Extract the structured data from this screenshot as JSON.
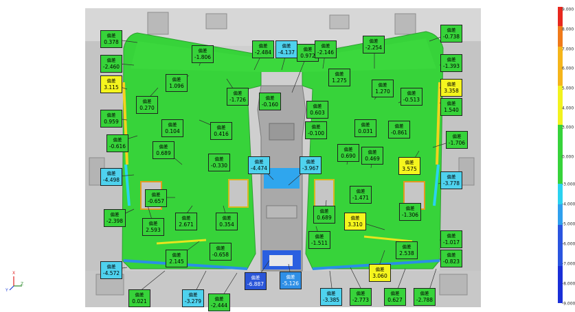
{
  "callout_label": "偏差",
  "callouts": [
    {
      "name": "callout-0-378",
      "value": "0.378",
      "color": "#37d33a"
    },
    {
      "name": "callout-minus-2-460",
      "value": "-2.460",
      "color": "#37d33a"
    },
    {
      "name": "callout-3-115",
      "value": "3.115",
      "color": "#f5f51e"
    },
    {
      "name": "callout-0-270",
      "value": "0.270",
      "color": "#37d33a"
    },
    {
      "name": "callout-0-959",
      "value": "0.959",
      "color": "#37d33a"
    },
    {
      "name": "callout-minus-0-616",
      "value": "-0.616",
      "color": "#37d33a"
    },
    {
      "name": "callout-minus-4-498",
      "value": "-4.498",
      "color": "#4fd2ee"
    },
    {
      "name": "callout-minus-2-398",
      "value": "-2.398",
      "color": "#37d33a"
    },
    {
      "name": "callout-2-593",
      "value": "2.593",
      "color": "#37d33a"
    },
    {
      "name": "callout-minus-4-572",
      "value": "-4.572",
      "color": "#4fd2ee"
    },
    {
      "name": "callout-0-021",
      "value": "0.021",
      "color": "#37d33a"
    },
    {
      "name": "callout-minus-3-279",
      "value": "-3.279",
      "color": "#4fd2ee"
    },
    {
      "name": "callout-minus-2-444",
      "value": "-2.444",
      "color": "#37d33a"
    },
    {
      "name": "callout-2-145",
      "value": "2.145",
      "color": "#37d33a"
    },
    {
      "name": "callout-2-671",
      "value": "2.671",
      "color": "#37d33a"
    },
    {
      "name": "callout-minus-0-657",
      "value": "-0.657",
      "color": "#37d33a"
    },
    {
      "name": "callout-0-689-left",
      "value": "0.689",
      "color": "#37d33a"
    },
    {
      "name": "callout-0-104",
      "value": "0.104",
      "color": "#37d33a"
    },
    {
      "name": "callout-1-096",
      "value": "1.096",
      "color": "#37d33a"
    },
    {
      "name": "callout-minus-1-806",
      "value": "-1.806",
      "color": "#37d33a"
    },
    {
      "name": "callout-0-416",
      "value": "0.416",
      "color": "#37d33a"
    },
    {
      "name": "callout-minus-0-330",
      "value": "-0.330",
      "color": "#37d33a"
    },
    {
      "name": "callout-0-354",
      "value": "0.354",
      "color": "#37d33a"
    },
    {
      "name": "callout-minus-0-658",
      "value": "-0.658",
      "color": "#37d33a"
    },
    {
      "name": "callout-minus-1-726",
      "value": "-1.726",
      "color": "#37d33a"
    },
    {
      "name": "callout-minus-2-484",
      "value": "-2.484",
      "color": "#37d33a"
    },
    {
      "name": "callout-minus-4-137",
      "value": "-4.137",
      "color": "#4fd2ee"
    },
    {
      "name": "callout-0-972",
      "value": "0.972",
      "color": "#37d33a"
    },
    {
      "name": "callout-minus-2-146",
      "value": "-2.146",
      "color": "#37d33a"
    },
    {
      "name": "callout-minus-0-160",
      "value": "-0.160",
      "color": "#37d33a"
    },
    {
      "name": "callout-minus-4-474",
      "value": "-4.474",
      "color": "#4fd2ee"
    },
    {
      "name": "callout-minus-3-967",
      "value": "-3.967",
      "color": "#4fd2ee"
    },
    {
      "name": "callout-minus-6-887",
      "value": "-6.887",
      "color": "#2a55d8"
    },
    {
      "name": "callout-minus-5-126",
      "value": "-5.126",
      "color": "#2f8fe6"
    },
    {
      "name": "callout-1-275",
      "value": "1.275",
      "color": "#37d33a"
    },
    {
      "name": "callout-0-603",
      "value": "0.603",
      "color": "#37d33a"
    },
    {
      "name": "callout-minus-0-100",
      "value": "-0.100",
      "color": "#37d33a"
    },
    {
      "name": "callout-0-690",
      "value": "0.690",
      "color": "#37d33a"
    },
    {
      "name": "callout-minus-1-511",
      "value": "-1.511",
      "color": "#37d33a"
    },
    {
      "name": "callout-0-689-right",
      "value": "0.689",
      "color": "#37d33a"
    },
    {
      "name": "callout-minus-3-385",
      "value": "-3.385",
      "color": "#4fd2ee"
    },
    {
      "name": "callout-minus-2-773",
      "value": "-2.773",
      "color": "#37d33a"
    },
    {
      "name": "callout-minus-2-254",
      "value": "-2.254",
      "color": "#37d33a"
    },
    {
      "name": "callout-1-270",
      "value": "1.270",
      "color": "#37d33a"
    },
    {
      "name": "callout-0-031",
      "value": "0.031",
      "color": "#37d33a"
    },
    {
      "name": "callout-0-469",
      "value": "0.469",
      "color": "#37d33a"
    },
    {
      "name": "callout-minus-1-471",
      "value": "-1.471",
      "color": "#37d33a"
    },
    {
      "name": "callout-3-310",
      "value": "3.310",
      "color": "#f5f51e"
    },
    {
      "name": "callout-3-060",
      "value": "3.060",
      "color": "#f5f51e"
    },
    {
      "name": "callout-0-627",
      "value": "0.627",
      "color": "#37d33a"
    },
    {
      "name": "callout-minus-0-513",
      "value": "-0.513",
      "color": "#37d33a"
    },
    {
      "name": "callout-minus-0-861",
      "value": "-0.861",
      "color": "#37d33a"
    },
    {
      "name": "callout-3-575",
      "value": "3.575",
      "color": "#f5f51e"
    },
    {
      "name": "callout-minus-1-306",
      "value": "-1.306",
      "color": "#37d33a"
    },
    {
      "name": "callout-2-538",
      "value": "2.538",
      "color": "#37d33a"
    },
    {
      "name": "callout-minus-2-788",
      "value": "-2.788",
      "color": "#37d33a"
    },
    {
      "name": "callout-minus-0-738",
      "value": "-0.738",
      "color": "#37d33a"
    },
    {
      "name": "callout-minus-1-393",
      "value": "-1.393",
      "color": "#37d33a"
    },
    {
      "name": "callout-3-358",
      "value": "3.358",
      "color": "#f5f51e"
    },
    {
      "name": "callout-1-540",
      "value": "1.540",
      "color": "#37d33a"
    },
    {
      "name": "callout-minus-1-706",
      "value": "-1.706",
      "color": "#37d33a"
    },
    {
      "name": "callout-minus-3-778",
      "value": "-3.778",
      "color": "#4fd2ee"
    },
    {
      "name": "callout-minus-1-017",
      "value": "-1.017",
      "color": "#37d33a"
    },
    {
      "name": "callout-minus-0-823",
      "value": "-0.823",
      "color": "#37d33a"
    }
  ],
  "legend": {
    "ticks": [
      "9.000",
      "8.000",
      "7.000",
      "6.000",
      "5.000",
      "4.000",
      "3.000",
      "0.000",
      "-3.000",
      "-4.000",
      "-5.000",
      "-6.000",
      "-7.000",
      "-8.000",
      "-9.000"
    ],
    "colors": {
      "red": "#e8281e",
      "orange": "#f07a1a",
      "amber": "#f5b51a",
      "yellow": "#f2f21e",
      "green": "#37d33a",
      "cyan": "#2ad2f0",
      "lightblue": "#2fa0ee",
      "blue": "#2a55e0",
      "darkblue": "#1a2fd8"
    }
  },
  "axis_triad": {
    "x": "X",
    "y": "Y",
    "z": "Z"
  },
  "palette": {
    "part_gray": "#c9c9c9",
    "part_edge": "#8d8d8d",
    "deviation_green": "#37d33a",
    "background": "#ffffff"
  }
}
